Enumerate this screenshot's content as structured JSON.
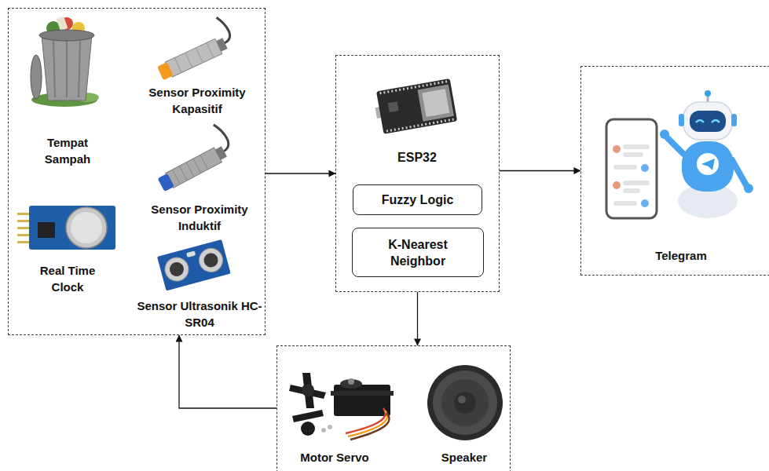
{
  "diagram": {
    "nodes": [
      {
        "text": [
          "Tempat Sampah",
          "Sensor Proximity Kapasitif",
          "Sensor Proximity Induktif",
          "Real Time Clock",
          "Sensor Ultrasonik HC-SR04"
        ]
      },
      {
        "text": [
          "ESP32"
        ]
      },
      {
        "text": [
          "Fuzzy Logic"
        ],
        "in": 1
      },
      {
        "text": [
          "K-Nearest Neighbor"
        ],
        "in": 1
      },
      {
        "text": [
          "Telegram"
        ]
      },
      {
        "text": [
          "Motor Servo",
          "Speaker"
        ]
      }
    ],
    "edges": [
      {
        "from": 0,
        "to": 1,
        "arrow": "to"
      },
      {
        "from": 1,
        "to": 4,
        "arrow": "to"
      },
      {
        "from": 1,
        "to": 5,
        "arrow": "to"
      },
      {
        "from": 5,
        "to": 0,
        "arrow": "to"
      }
    ]
  }
}
